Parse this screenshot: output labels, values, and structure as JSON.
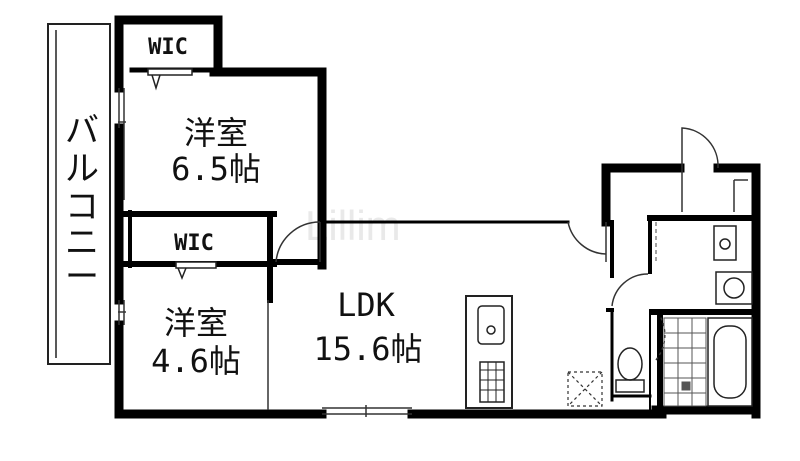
{
  "plan": {
    "watermark": "Lillim",
    "rooms": {
      "balcony": {
        "label": [
          "バ",
          "ル",
          "コ",
          "ニ",
          "ー"
        ]
      },
      "wic_top": {
        "label": "WIC"
      },
      "wic_mid": {
        "label": "WIC"
      },
      "western_room_1": {
        "name": "洋室",
        "size": "6.5帖"
      },
      "western_room_2": {
        "name": "洋室",
        "size": "4.6帖"
      },
      "ldk": {
        "name": "LDK",
        "size": "15.6帖"
      }
    },
    "colors": {
      "wall": "#000000",
      "line": "#222222",
      "bg": "#ffffff",
      "tile": "#555555"
    }
  }
}
